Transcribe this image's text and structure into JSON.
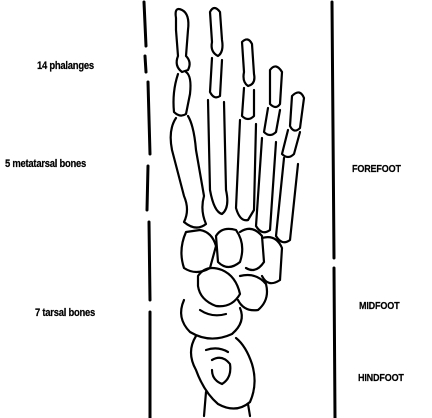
{
  "labels": {
    "phalanges": "14 phalanges",
    "metatarsals": "5 metatarsal bones",
    "tarsals": "7 tarsal bones",
    "forefoot": "FOREFOOT",
    "midfoot": "MIDFOOT",
    "hindfoot": "HINDFOOT"
  },
  "colors": {
    "ink": "#000000",
    "background": "#ffffff"
  }
}
